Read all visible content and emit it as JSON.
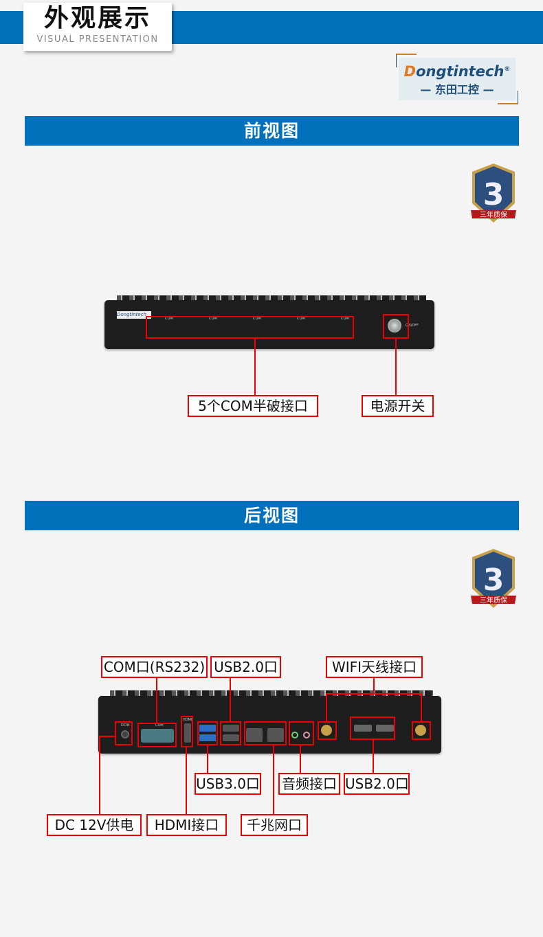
{
  "header": {
    "title": "外观展示",
    "subtitle": "VISUAL PRESENTATION"
  },
  "logo": {
    "brand_first": "D",
    "brand_rest": "ongtintech",
    "reg": "®",
    "cn": "— 东田工控 —"
  },
  "badge": {
    "number": "3",
    "text": "三年质保"
  },
  "front": {
    "section_title": "前视图",
    "device_brand": "Dongtintech",
    "port_labels": [
      "COM",
      "COM",
      "COM",
      "COM",
      "COM"
    ],
    "power_text": "ON/OFF",
    "callouts": {
      "com": "5个COM半破接口",
      "power": "电源开关"
    }
  },
  "rear": {
    "section_title": "后视图",
    "port_text": {
      "dc": "DCIN",
      "com": "COM",
      "hdmi": "HDMI"
    },
    "callouts": {
      "com": "COM口(RS232)",
      "usb2_top": "USB2.0口",
      "wifi": "WIFI天线接口",
      "usb3": "USB3.0口",
      "audio": "音频接口",
      "usb2_bottom": "USB2.0口",
      "dc": "DC 12V供电",
      "hdmi": "HDMI接口",
      "lan": "千兆网口"
    }
  },
  "colors": {
    "brand_blue": "#0271bb",
    "callout_red": "#e00000",
    "accent_orange": "#e07a1f"
  }
}
